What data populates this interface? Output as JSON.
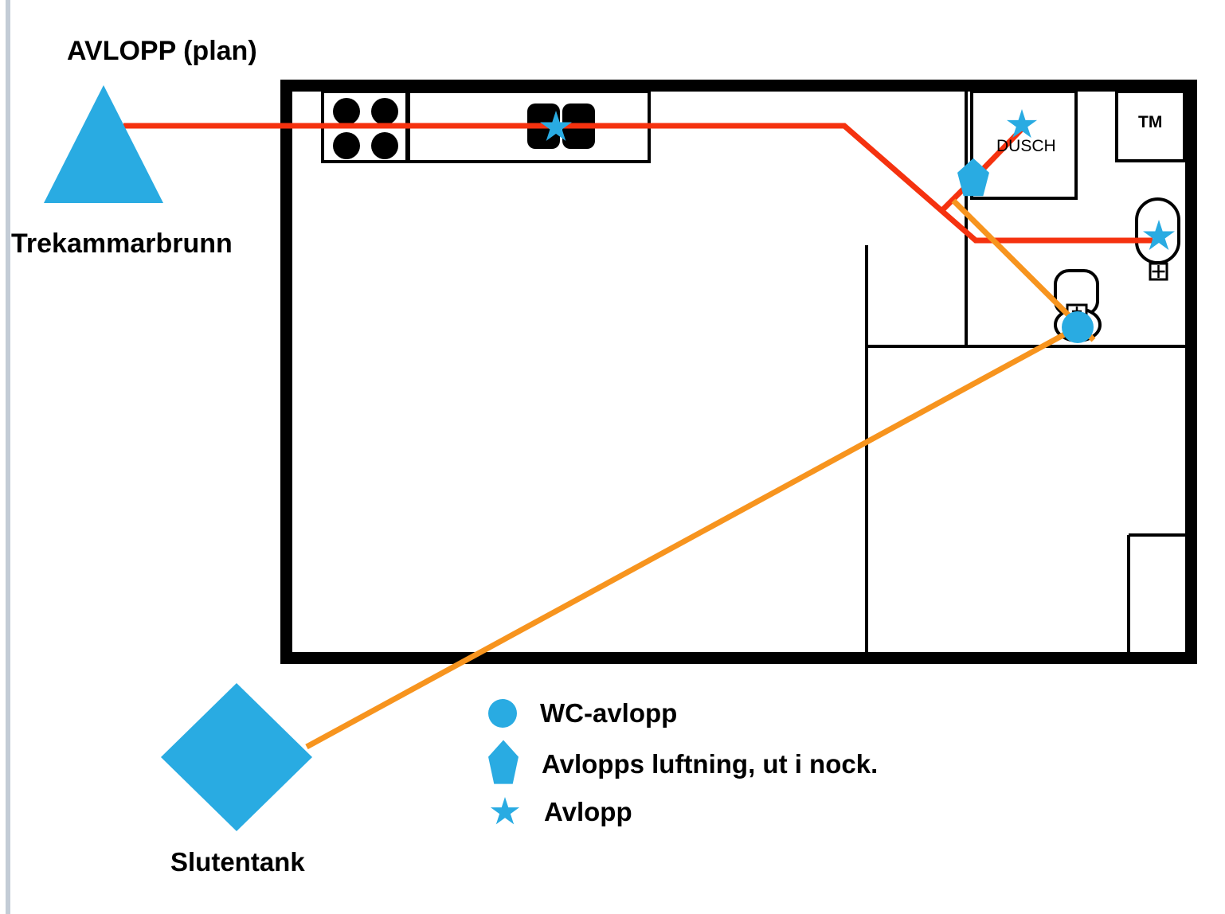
{
  "title": "AVLOPP (plan)",
  "markers": {
    "septic_tank_label": "Trekammarbrunn",
    "closed_tank_label": "Slutentank"
  },
  "rooms": {
    "shower_label": "DUSCH",
    "washing_machine_label": "TM"
  },
  "legend": {
    "items": [
      {
        "icon": "circle-icon",
        "label": "WC-avlopp"
      },
      {
        "icon": "pentagon-icon",
        "label": "Avlopps luftning, ut i nock."
      },
      {
        "icon": "star-icon",
        "label": "Avlopp"
      }
    ]
  },
  "colors": {
    "marker_blue": "#29ABE2",
    "drain_red": "#F5320F",
    "wc_orange": "#F7941E",
    "wall_black": "#000000",
    "page_edge_gray": "#C3CCD6"
  }
}
